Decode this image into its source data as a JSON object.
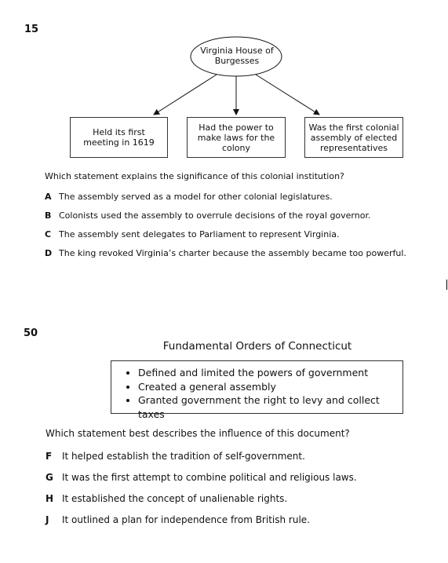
{
  "q15": {
    "number": "15",
    "diagram": {
      "center": "Virginia House of Burgesses",
      "boxes": [
        "Held its first meeting in 1619",
        "Had the power to make laws for the colony",
        "Was the first colonial assembly of elected representatives"
      ]
    },
    "stem": "Which statement explains the significance of this colonial institution?",
    "choices": [
      {
        "letter": "A",
        "text": "The assembly served as a model for other colonial legislatures."
      },
      {
        "letter": "B",
        "text": "Colonists used the assembly to overrule decisions of the royal governor."
      },
      {
        "letter": "C",
        "text": "The assembly sent delegates to Parliament to represent Virginia."
      },
      {
        "letter": "D",
        "text": "The king revoked Virginia’s charter because the assembly became too powerful."
      }
    ]
  },
  "q50": {
    "number": "50",
    "document": {
      "title": "Fundamental Orders of Connecticut",
      "bullets": [
        "Defined and limited the powers of government",
        "Created a general assembly",
        "Granted government the right to levy and collect taxes"
      ]
    },
    "stem": "Which statement best describes the influence of this document?",
    "choices": [
      {
        "letter": "F",
        "text": "It helped establish the tradition of self-government."
      },
      {
        "letter": "G",
        "text": "It was the first attempt to combine political and religious laws."
      },
      {
        "letter": "H",
        "text": "It established the concept of unalienable rights."
      },
      {
        "letter": "J",
        "text": "It outlined a plan for independence from British rule."
      }
    ]
  }
}
